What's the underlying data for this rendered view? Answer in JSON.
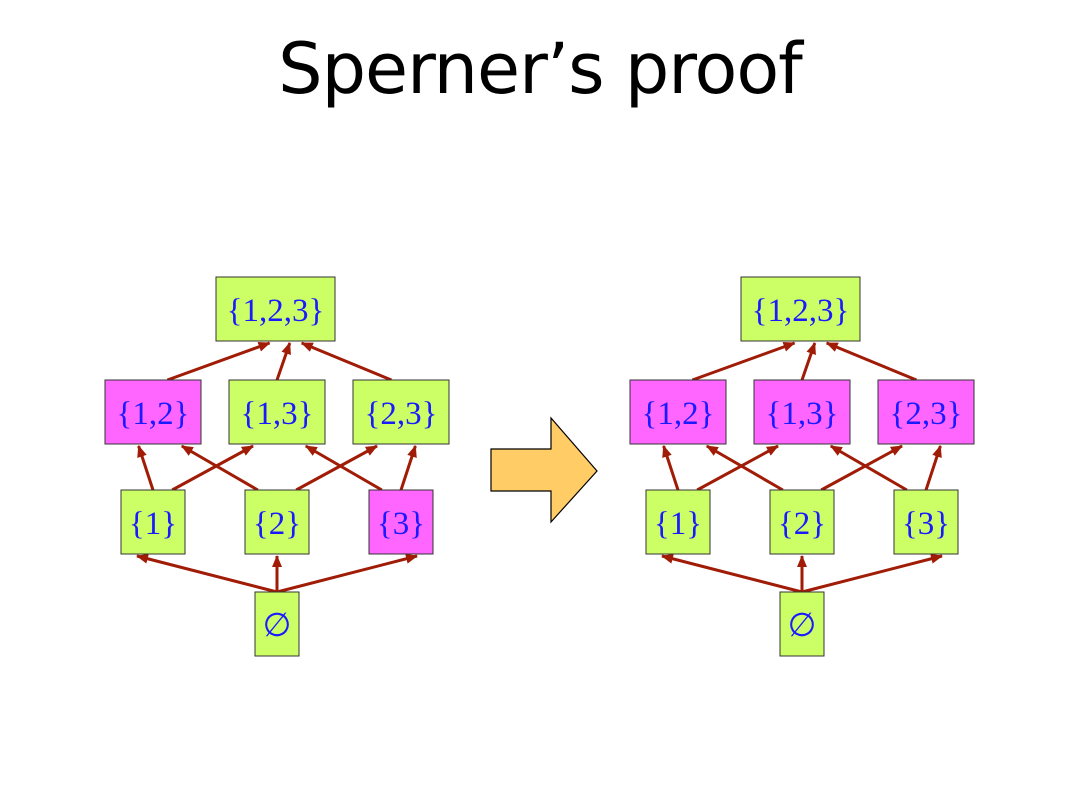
{
  "title": "Sperner’s proof",
  "colors": {
    "green": "#ccff66",
    "pink": "#ff66ff",
    "edge": "#a01c06",
    "label": "#1a1aff",
    "arrow_fill": "#ffcc66"
  },
  "diagrams": [
    {
      "name": "before",
      "nodes": [
        {
          "id": "n123",
          "label": "{1,2,3}",
          "color": "green"
        },
        {
          "id": "n12",
          "label": "{1,2}",
          "color": "pink"
        },
        {
          "id": "n13",
          "label": "{1,3}",
          "color": "green"
        },
        {
          "id": "n23",
          "label": "{2,3}",
          "color": "green"
        },
        {
          "id": "n1",
          "label": "{1}",
          "color": "green"
        },
        {
          "id": "n2",
          "label": "{2}",
          "color": "green"
        },
        {
          "id": "n3",
          "label": "{3}",
          "color": "pink"
        },
        {
          "id": "n0",
          "label": "∅",
          "color": "green"
        }
      ]
    },
    {
      "name": "after",
      "nodes": [
        {
          "id": "n123",
          "label": "{1,2,3}",
          "color": "green"
        },
        {
          "id": "n12",
          "label": "{1,2}",
          "color": "pink"
        },
        {
          "id": "n13",
          "label": "{1,3}",
          "color": "pink"
        },
        {
          "id": "n23",
          "label": "{2,3}",
          "color": "pink"
        },
        {
          "id": "n1",
          "label": "{1}",
          "color": "green"
        },
        {
          "id": "n2",
          "label": "{2}",
          "color": "green"
        },
        {
          "id": "n3",
          "label": "{3}",
          "color": "green"
        },
        {
          "id": "n0",
          "label": "∅",
          "color": "green"
        }
      ]
    }
  ],
  "edges": [
    {
      "from": "n0",
      "to": "n1"
    },
    {
      "from": "n0",
      "to": "n2"
    },
    {
      "from": "n0",
      "to": "n3"
    },
    {
      "from": "n1",
      "to": "n12"
    },
    {
      "from": "n1",
      "to": "n13"
    },
    {
      "from": "n2",
      "to": "n12"
    },
    {
      "from": "n2",
      "to": "n23"
    },
    {
      "from": "n3",
      "to": "n13"
    },
    {
      "from": "n3",
      "to": "n23"
    },
    {
      "from": "n12",
      "to": "n123"
    },
    {
      "from": "n13",
      "to": "n123"
    },
    {
      "from": "n23",
      "to": "n123"
    }
  ]
}
